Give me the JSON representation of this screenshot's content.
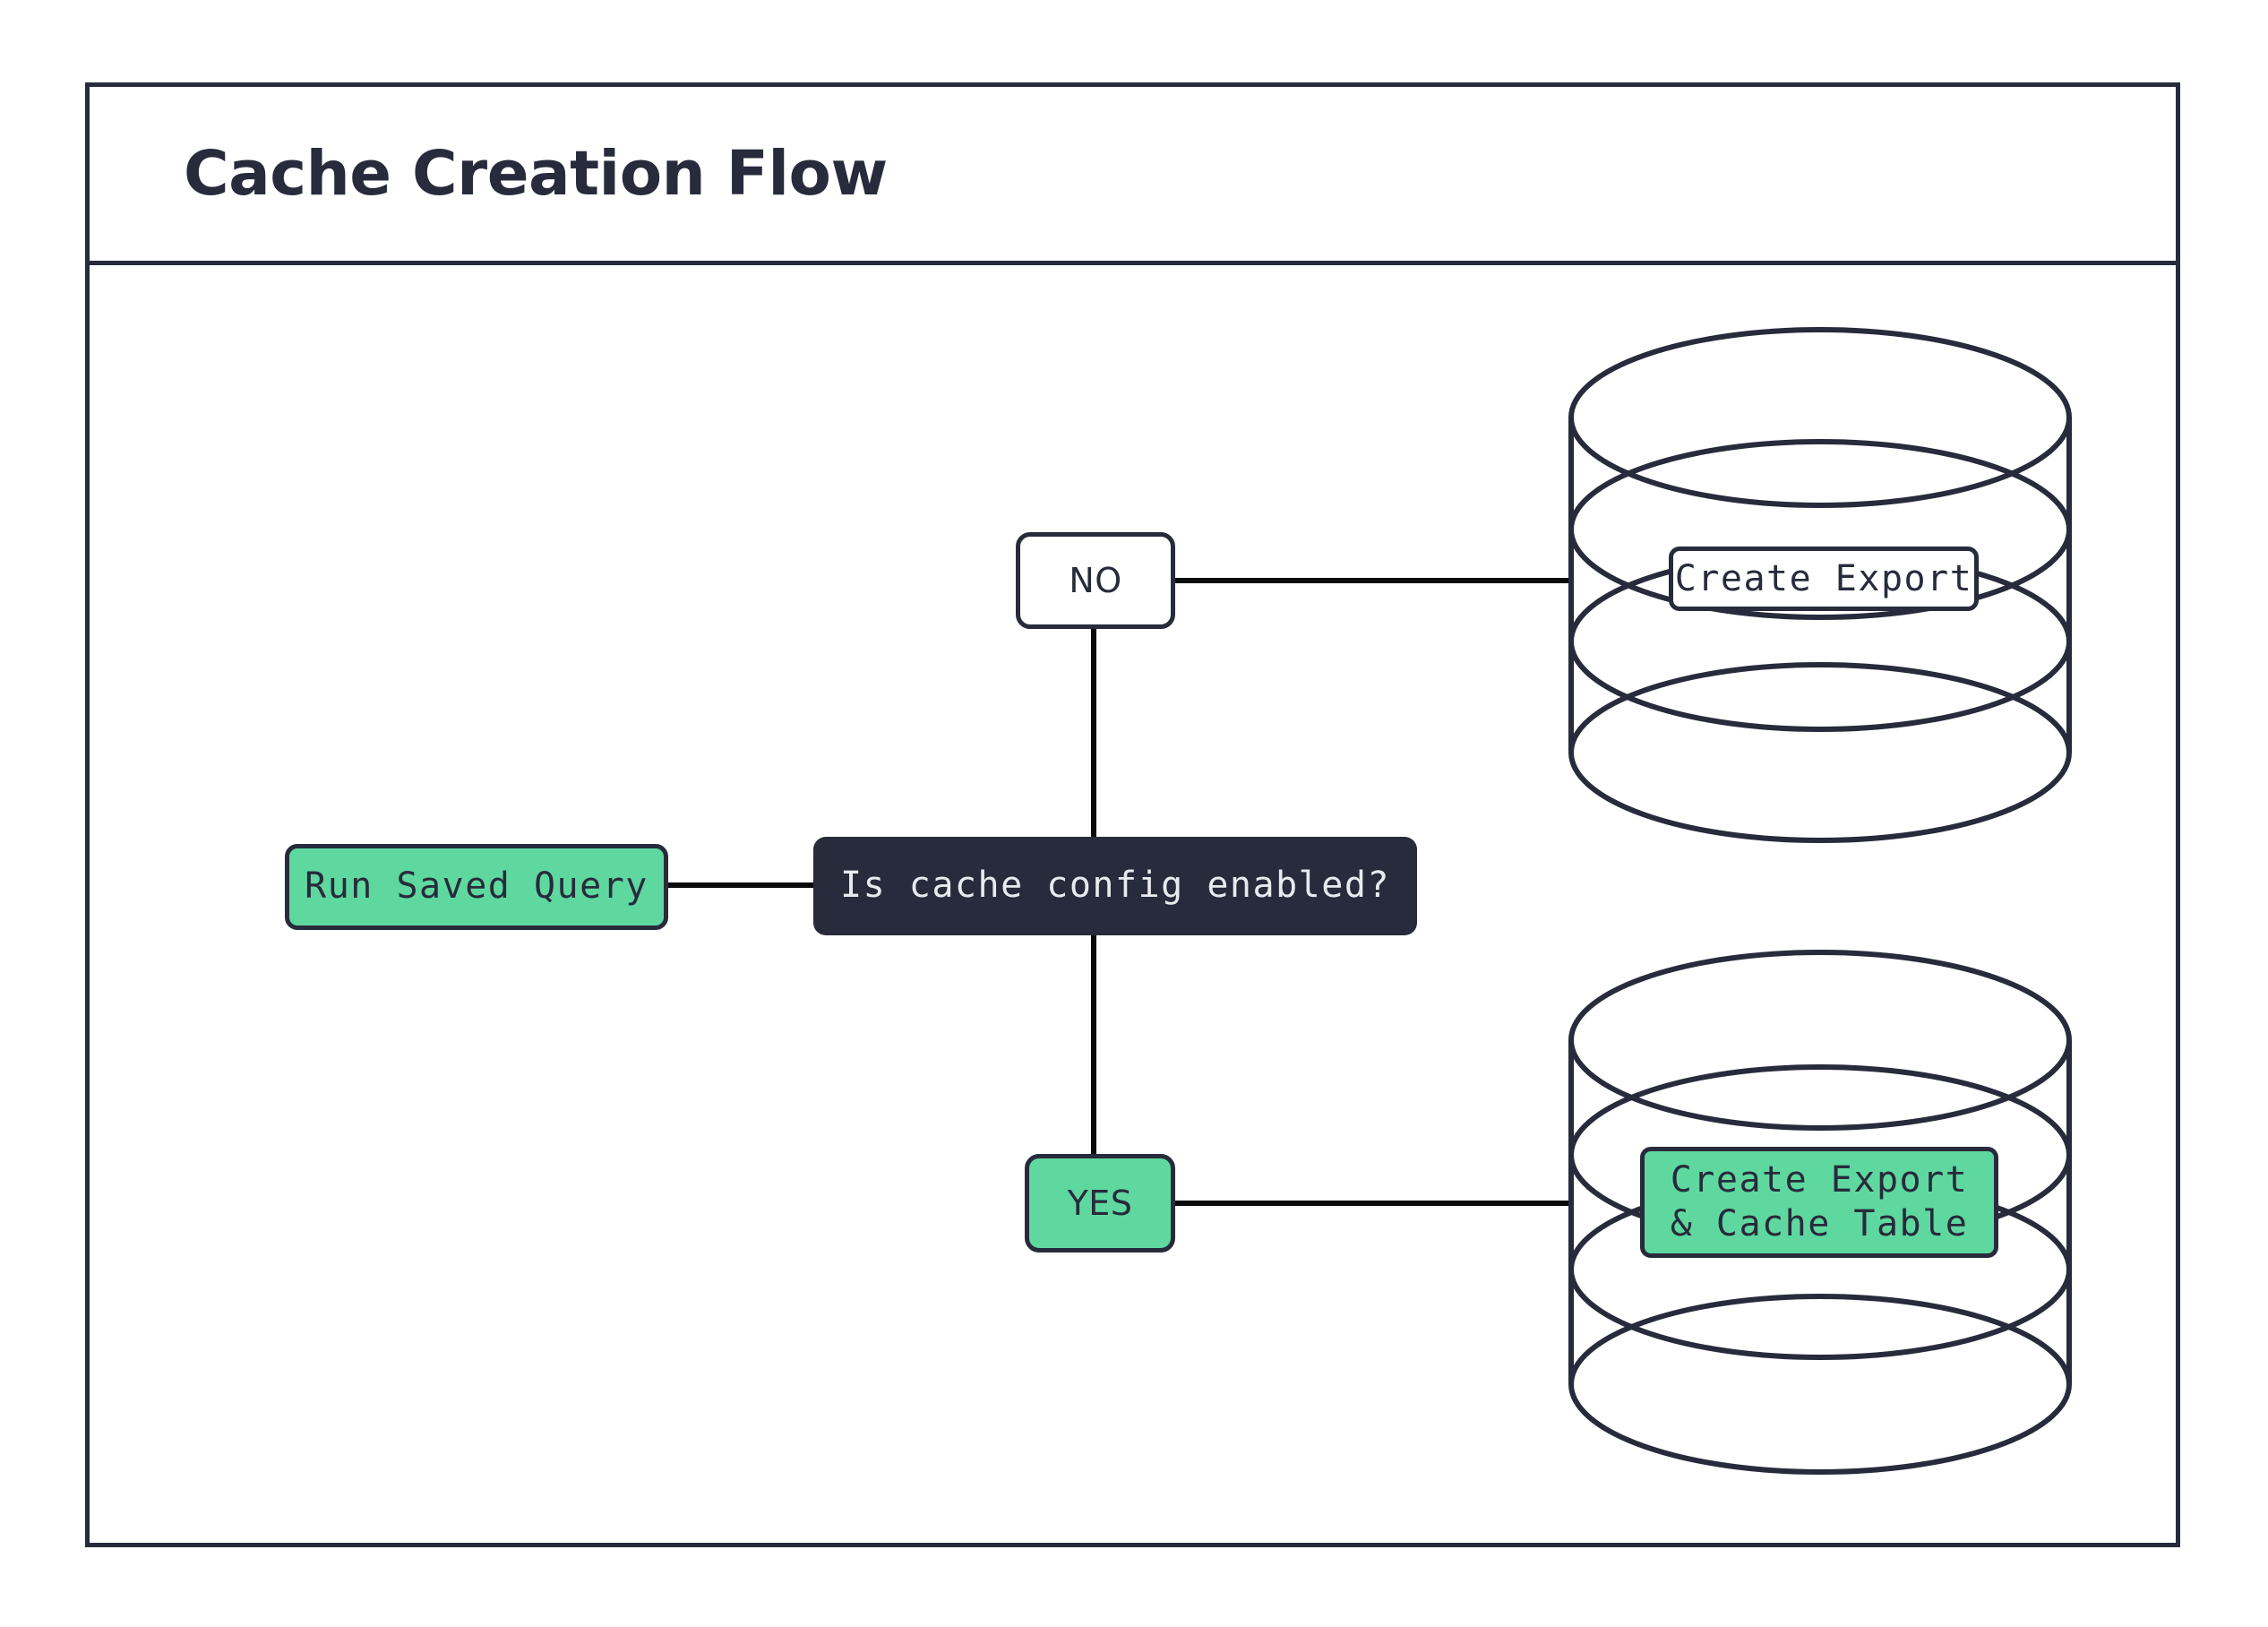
{
  "diagram": {
    "title": "Cache Creation Flow",
    "type": "flowchart",
    "colors": {
      "stroke": "#272B3B",
      "accent_green": "#5FD89F",
      "decision_fill": "#272B3B",
      "decision_text": "#E8EAF0",
      "canvas": "#FFFFFF"
    },
    "nodes": [
      {
        "id": "run-saved-query",
        "label": "Run Saved Query",
        "shape": "rounded-rect",
        "fill": "green"
      },
      {
        "id": "cache-config-decision",
        "label": "Is cache config enabled?",
        "shape": "rounded-rect",
        "fill": "dark"
      },
      {
        "id": "branch-no",
        "label": "NO",
        "shape": "rounded-rect",
        "fill": "white"
      },
      {
        "id": "branch-yes",
        "label": "YES",
        "shape": "rounded-rect",
        "fill": "green"
      },
      {
        "id": "db-create-export",
        "label": "Create Export",
        "shape": "database-cylinder",
        "fill": "white"
      },
      {
        "id": "db-create-export-cache-table",
        "label": "Create Export\n& Cache Table",
        "shape": "database-cylinder",
        "fill": "green"
      }
    ],
    "edges": [
      {
        "from": "run-saved-query",
        "to": "cache-config-decision",
        "label": ""
      },
      {
        "from": "cache-config-decision",
        "to": "branch-no",
        "label": ""
      },
      {
        "from": "cache-config-decision",
        "to": "branch-yes",
        "label": ""
      },
      {
        "from": "branch-no",
        "to": "db-create-export",
        "label": ""
      },
      {
        "from": "branch-yes",
        "to": "db-create-export-cache-table",
        "label": ""
      }
    ]
  }
}
